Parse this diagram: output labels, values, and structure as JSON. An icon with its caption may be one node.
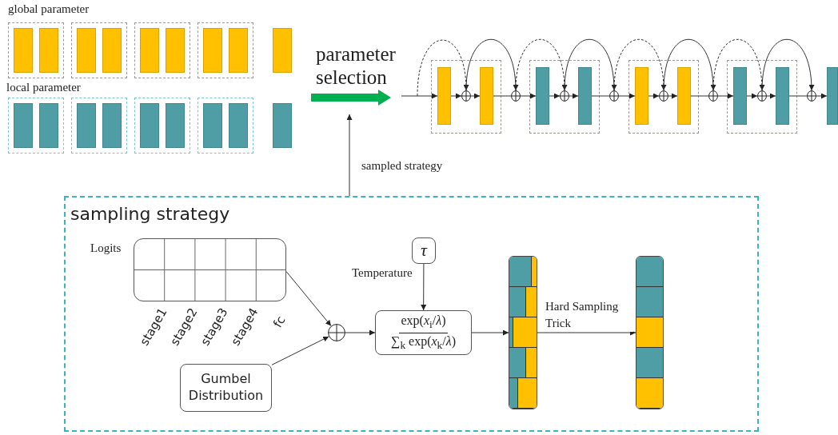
{
  "diagram": {
    "nodes": [
      {
        "text": [],
        "shape": "box"
      },
      {
        "text": [],
        "shape": "bar",
        "in": 0
      },
      {
        "text": [],
        "shape": "bar",
        "in": 0
      },
      {
        "text": [],
        "shape": "box"
      },
      {
        "text": [],
        "shape": "bar",
        "in": 3
      },
      {
        "text": [],
        "shape": "bar",
        "in": 3
      },
      {
        "text": [],
        "shape": "box"
      },
      {
        "text": [],
        "shape": "bar",
        "in": 6
      },
      {
        "text": [],
        "shape": "bar",
        "in": 6
      },
      {
        "text": [],
        "shape": "box"
      },
      {
        "text": [],
        "shape": "bar",
        "in": 9
      },
      {
        "text": [],
        "shape": "bar",
        "in": 9
      },
      {
        "text": [],
        "shape": "bar"
      },
      {
        "text": [],
        "shape": "box"
      },
      {
        "text": [],
        "shape": "bar",
        "in": 13
      },
      {
        "text": [],
        "shape": "bar",
        "in": 13
      },
      {
        "text": [],
        "shape": "box"
      },
      {
        "text": [],
        "shape": "bar",
        "in": 16
      },
      {
        "text": [],
        "shape": "bar",
        "in": 16
      },
      {
        "text": [],
        "shape": "box"
      },
      {
        "text": [],
        "shape": "bar",
        "in": 19
      },
      {
        "text": [],
        "shape": "bar",
        "in": 19
      },
      {
        "text": [],
        "shape": "box"
      },
      {
        "text": [],
        "shape": "bar",
        "in": 22
      },
      {
        "text": [],
        "shape": "bar",
        "in": 22
      },
      {
        "text": [],
        "shape": "bar"
      },
      {
        "text": [],
        "shape": "box"
      },
      {
        "text": [],
        "shape": "bar",
        "in": 26
      },
      {
        "text": [],
        "shape": "circle",
        "in": 26
      },
      {
        "text": [],
        "shape": "bar",
        "in": 26
      },
      {
        "text": [],
        "shape": "circle"
      },
      {
        "text": [],
        "shape": "box"
      },
      {
        "text": [],
        "shape": "bar",
        "in": 31
      },
      {
        "text": [],
        "shape": "circle",
        "in": 31
      },
      {
        "text": [],
        "shape": "bar",
        "in": 31
      },
      {
        "text": [],
        "shape": "circle"
      },
      {
        "text": [],
        "shape": "box"
      },
      {
        "text": [],
        "shape": "bar",
        "in": 36
      },
      {
        "text": [],
        "shape": "circle",
        "in": 36
      },
      {
        "text": [],
        "shape": "bar",
        "in": 36
      },
      {
        "text": [],
        "shape": "circle"
      },
      {
        "text": [],
        "shape": "box"
      },
      {
        "text": [],
        "shape": "bar",
        "in": 41
      },
      {
        "text": [],
        "shape": "circle",
        "in": 41
      },
      {
        "text": [],
        "shape": "bar",
        "in": 41
      },
      {
        "text": [],
        "shape": "circle"
      },
      {
        "text": [],
        "shape": "bar"
      },
      {
        "text": [
          "sampling strategy"
        ]
      },
      {
        "text": [],
        "shape": "box",
        "in": 47,
        "beside": [
          "Logits",
          "stage1",
          "stage2",
          "stage3",
          "stage4",
          "fc"
        ]
      },
      {
        "text": [
          "Gumbel Distribution"
        ],
        "in": 47
      },
      {
        "text": [],
        "shape": "circle",
        "in": 47
      },
      {
        "text": [
          "τ"
        ],
        "in": 47
      },
      {
        "text": [
          "exp(*x*$_{i}$/*λ*)",
          "∑$_{k}$ exp(*x*$_{k}$/*λ*)"
        ],
        "in": 47
      },
      {
        "text": [],
        "shape": "bar",
        "in": 47
      },
      {
        "text": [],
        "shape": "bar",
        "in": 47
      }
    ],
    "edges": [
      {
        "from": null,
        "to": 27,
        "arrow": "to"
      },
      {
        "from": 27,
        "to": 28,
        "arrow": "to"
      },
      {
        "from": 28,
        "to": 29,
        "arrow": "to"
      },
      {
        "from": 29,
        "to": 30,
        "arrow": "none"
      },
      {
        "from": 30,
        "to": 32,
        "arrow": "to"
      },
      {
        "from": 32,
        "to": 33,
        "arrow": "to"
      },
      {
        "from": 33,
        "to": 34,
        "arrow": "to"
      },
      {
        "from": 34,
        "to": 35,
        "arrow": "none"
      },
      {
        "from": 35,
        "to": 37,
        "arrow": "to"
      },
      {
        "from": 37,
        "to": 38,
        "arrow": "to"
      },
      {
        "from": 38,
        "to": 39,
        "arrow": "to"
      },
      {
        "from": 39,
        "to": 40,
        "arrow": "none"
      },
      {
        "from": 40,
        "to": 42,
        "arrow": "to"
      },
      {
        "from": 42,
        "to": 43,
        "arrow": "to"
      },
      {
        "from": 43,
        "to": 44,
        "arrow": "to"
      },
      {
        "from": 44,
        "to": 45,
        "arrow": "none"
      },
      {
        "from": 45,
        "to": 46,
        "arrow": "to"
      },
      {
        "from": null,
        "to": 28,
        "arrow": "to",
        "style": "dashed"
      },
      {
        "from": 28,
        "to": 30,
        "arrow": "to"
      },
      {
        "from": 30,
        "to": 33,
        "arrow": "to",
        "style": "dashed"
      },
      {
        "from": 33,
        "to": 35,
        "arrow": "to"
      },
      {
        "from": 35,
        "to": 38,
        "arrow": "to",
        "style": "dashed"
      },
      {
        "from": 38,
        "to": 40,
        "arrow": "to"
      },
      {
        "from": 40,
        "to": 43,
        "arrow": "to",
        "style": "dashed"
      },
      {
        "from": 43,
        "to": 45,
        "arrow": "to"
      },
      {
        "from": 47,
        "to": null,
        "arrow": "to",
        "label": "sampled strategy"
      },
      {
        "from": 48,
        "to": 50,
        "arrow": "to"
      },
      {
        "from": 49,
        "to": 50,
        "arrow": "to"
      },
      {
        "from": 51,
        "to": 52,
        "arrow": "to",
        "label": "Temperature"
      },
      {
        "from": 50,
        "to": 52,
        "arrow": "to"
      },
      {
        "from": 52,
        "to": 53,
        "arrow": "to"
      },
      {
        "from": 53,
        "to": 54,
        "arrow": "to",
        "label": "Hard Sampling Trick"
      }
    ],
    "labels": [
      "global parameter",
      "local parameter",
      "parameter selection"
    ]
  }
}
